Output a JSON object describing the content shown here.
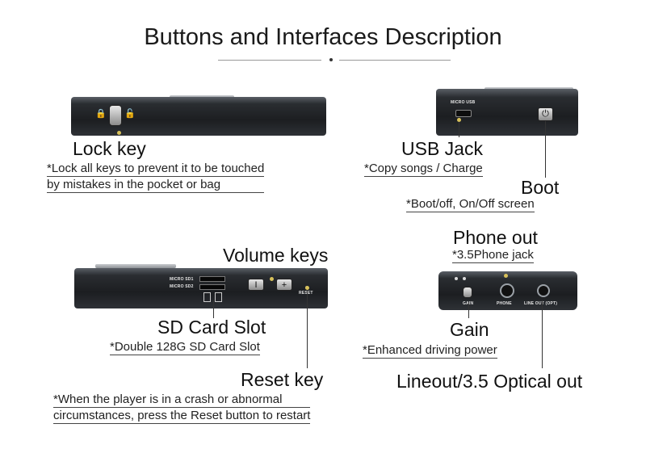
{
  "title": "Buttons and Interfaces Description",
  "lock": {
    "label": "Lock key",
    "note_lines": [
      "*Lock all keys to prevent it to be touched",
      " by mistakes in the pocket or bag"
    ]
  },
  "usb": {
    "label": "USB Jack",
    "note": "*Copy songs / Charge",
    "port_text": "MICRO USB"
  },
  "boot": {
    "label": "Boot",
    "note": "*Boot/off, On/Off screen"
  },
  "volume": {
    "label": "Volume keys",
    "minus": "I",
    "plus": "+"
  },
  "sd": {
    "label": "SD Card Slot",
    "note": "*Double 128G SD Card Slot",
    "slot1": "MICRO SD1",
    "slot2": "MICRO SD2"
  },
  "reset": {
    "label": "Reset key",
    "note_lines": [
      "*When the player is in a crash or abnormal",
      " circumstances, press the Reset button to restart"
    ],
    "text": "RESET"
  },
  "phone": {
    "label": "Phone out",
    "note": "*3.5Phone jack",
    "text": "PHONE"
  },
  "gain": {
    "label": "Gain",
    "note": "*Enhanced driving power",
    "text": "GAIN"
  },
  "lineout": {
    "label": "Lineout/3.5 Optical out",
    "text": "LINE OUT (OPT)"
  }
}
